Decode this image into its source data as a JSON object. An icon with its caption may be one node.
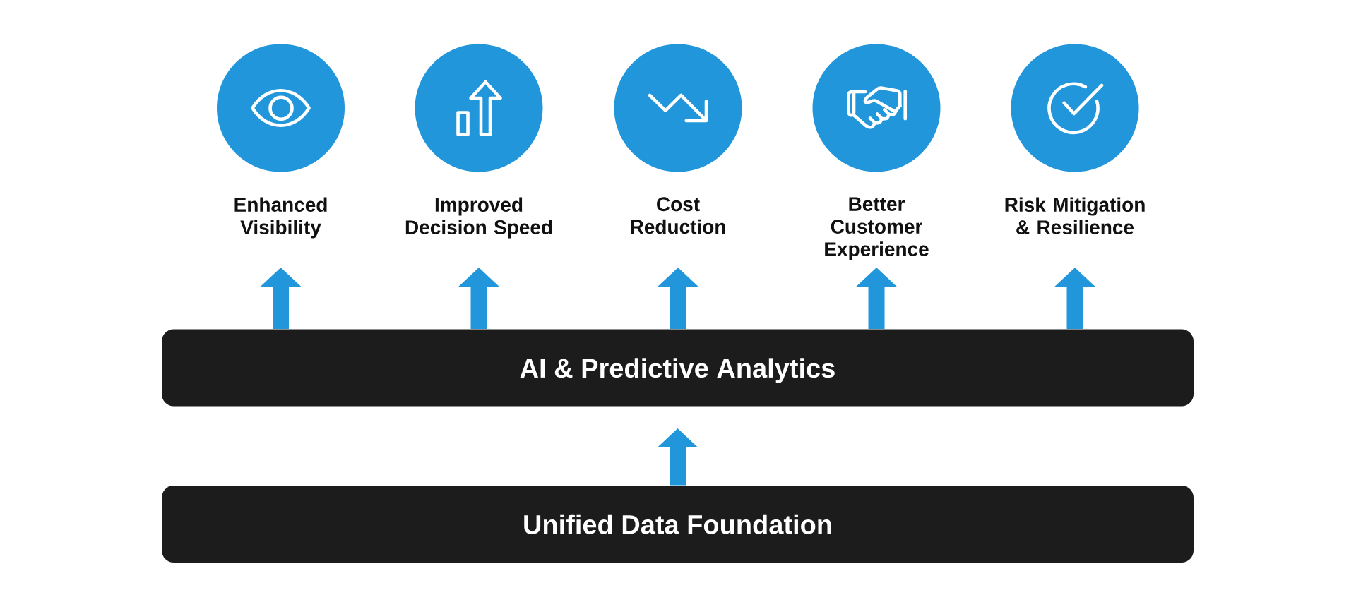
{
  "diagram": {
    "nodes": [
      {
        "text": [
          "Enhanced Visibility"
        ]
      },
      {
        "text": [
          "Improved Decision Speed"
        ]
      },
      {
        "text": [
          "Cost Reduction"
        ]
      },
      {
        "text": [
          "Better Customer Experience"
        ]
      },
      {
        "text": [
          "Risk Mitigation & Resilience"
        ]
      },
      {
        "text": [
          "AI & Predictive Analytics"
        ]
      },
      {
        "text": [
          "Unified Data Foundation"
        ]
      }
    ],
    "edges": [
      {
        "from": 5,
        "to": 0,
        "arrow": "to"
      },
      {
        "from": 5,
        "to": 1,
        "arrow": "to"
      },
      {
        "from": 5,
        "to": 2,
        "arrow": "to"
      },
      {
        "from": 5,
        "to": 3,
        "arrow": "to"
      },
      {
        "from": 5,
        "to": 4,
        "arrow": "to"
      },
      {
        "from": 6,
        "to": 5,
        "arrow": "to"
      }
    ]
  }
}
